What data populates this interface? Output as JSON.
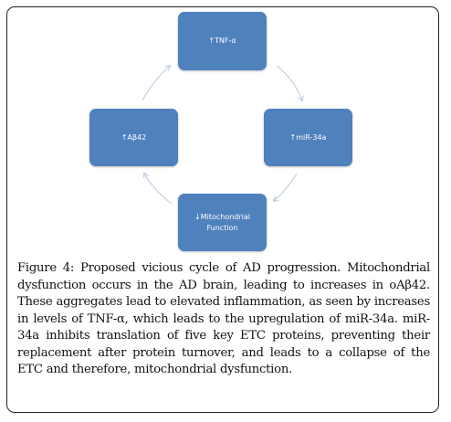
{
  "diagram": {
    "nodes": {
      "tnf": "↑TNF-α",
      "mir": "↑miR-34a",
      "mito": "↓Mitochondrial Function",
      "abeta": "↑Aβ42"
    },
    "colors": {
      "node_fill": "#4f81bd",
      "arrow": "#b7c7e0"
    },
    "cycle_order": [
      "tnf",
      "mir",
      "mito",
      "abeta"
    ]
  },
  "caption": {
    "label": "Figure 4:",
    "text": " Proposed vicious cycle of AD progression. Mitochondrial dysfunction occurs in the AD brain, leading to increases in oAβ42. These aggregates lead to elevated inflammation, as seen by increases in levels of TNF-α, which leads to the upregulation of miR-34a. miR-34a inhibits translation of five key ETC proteins, preventing their replacement after protein turnover, and leads to a collapse of the ETC and therefore, mitochondrial dysfunction."
  }
}
